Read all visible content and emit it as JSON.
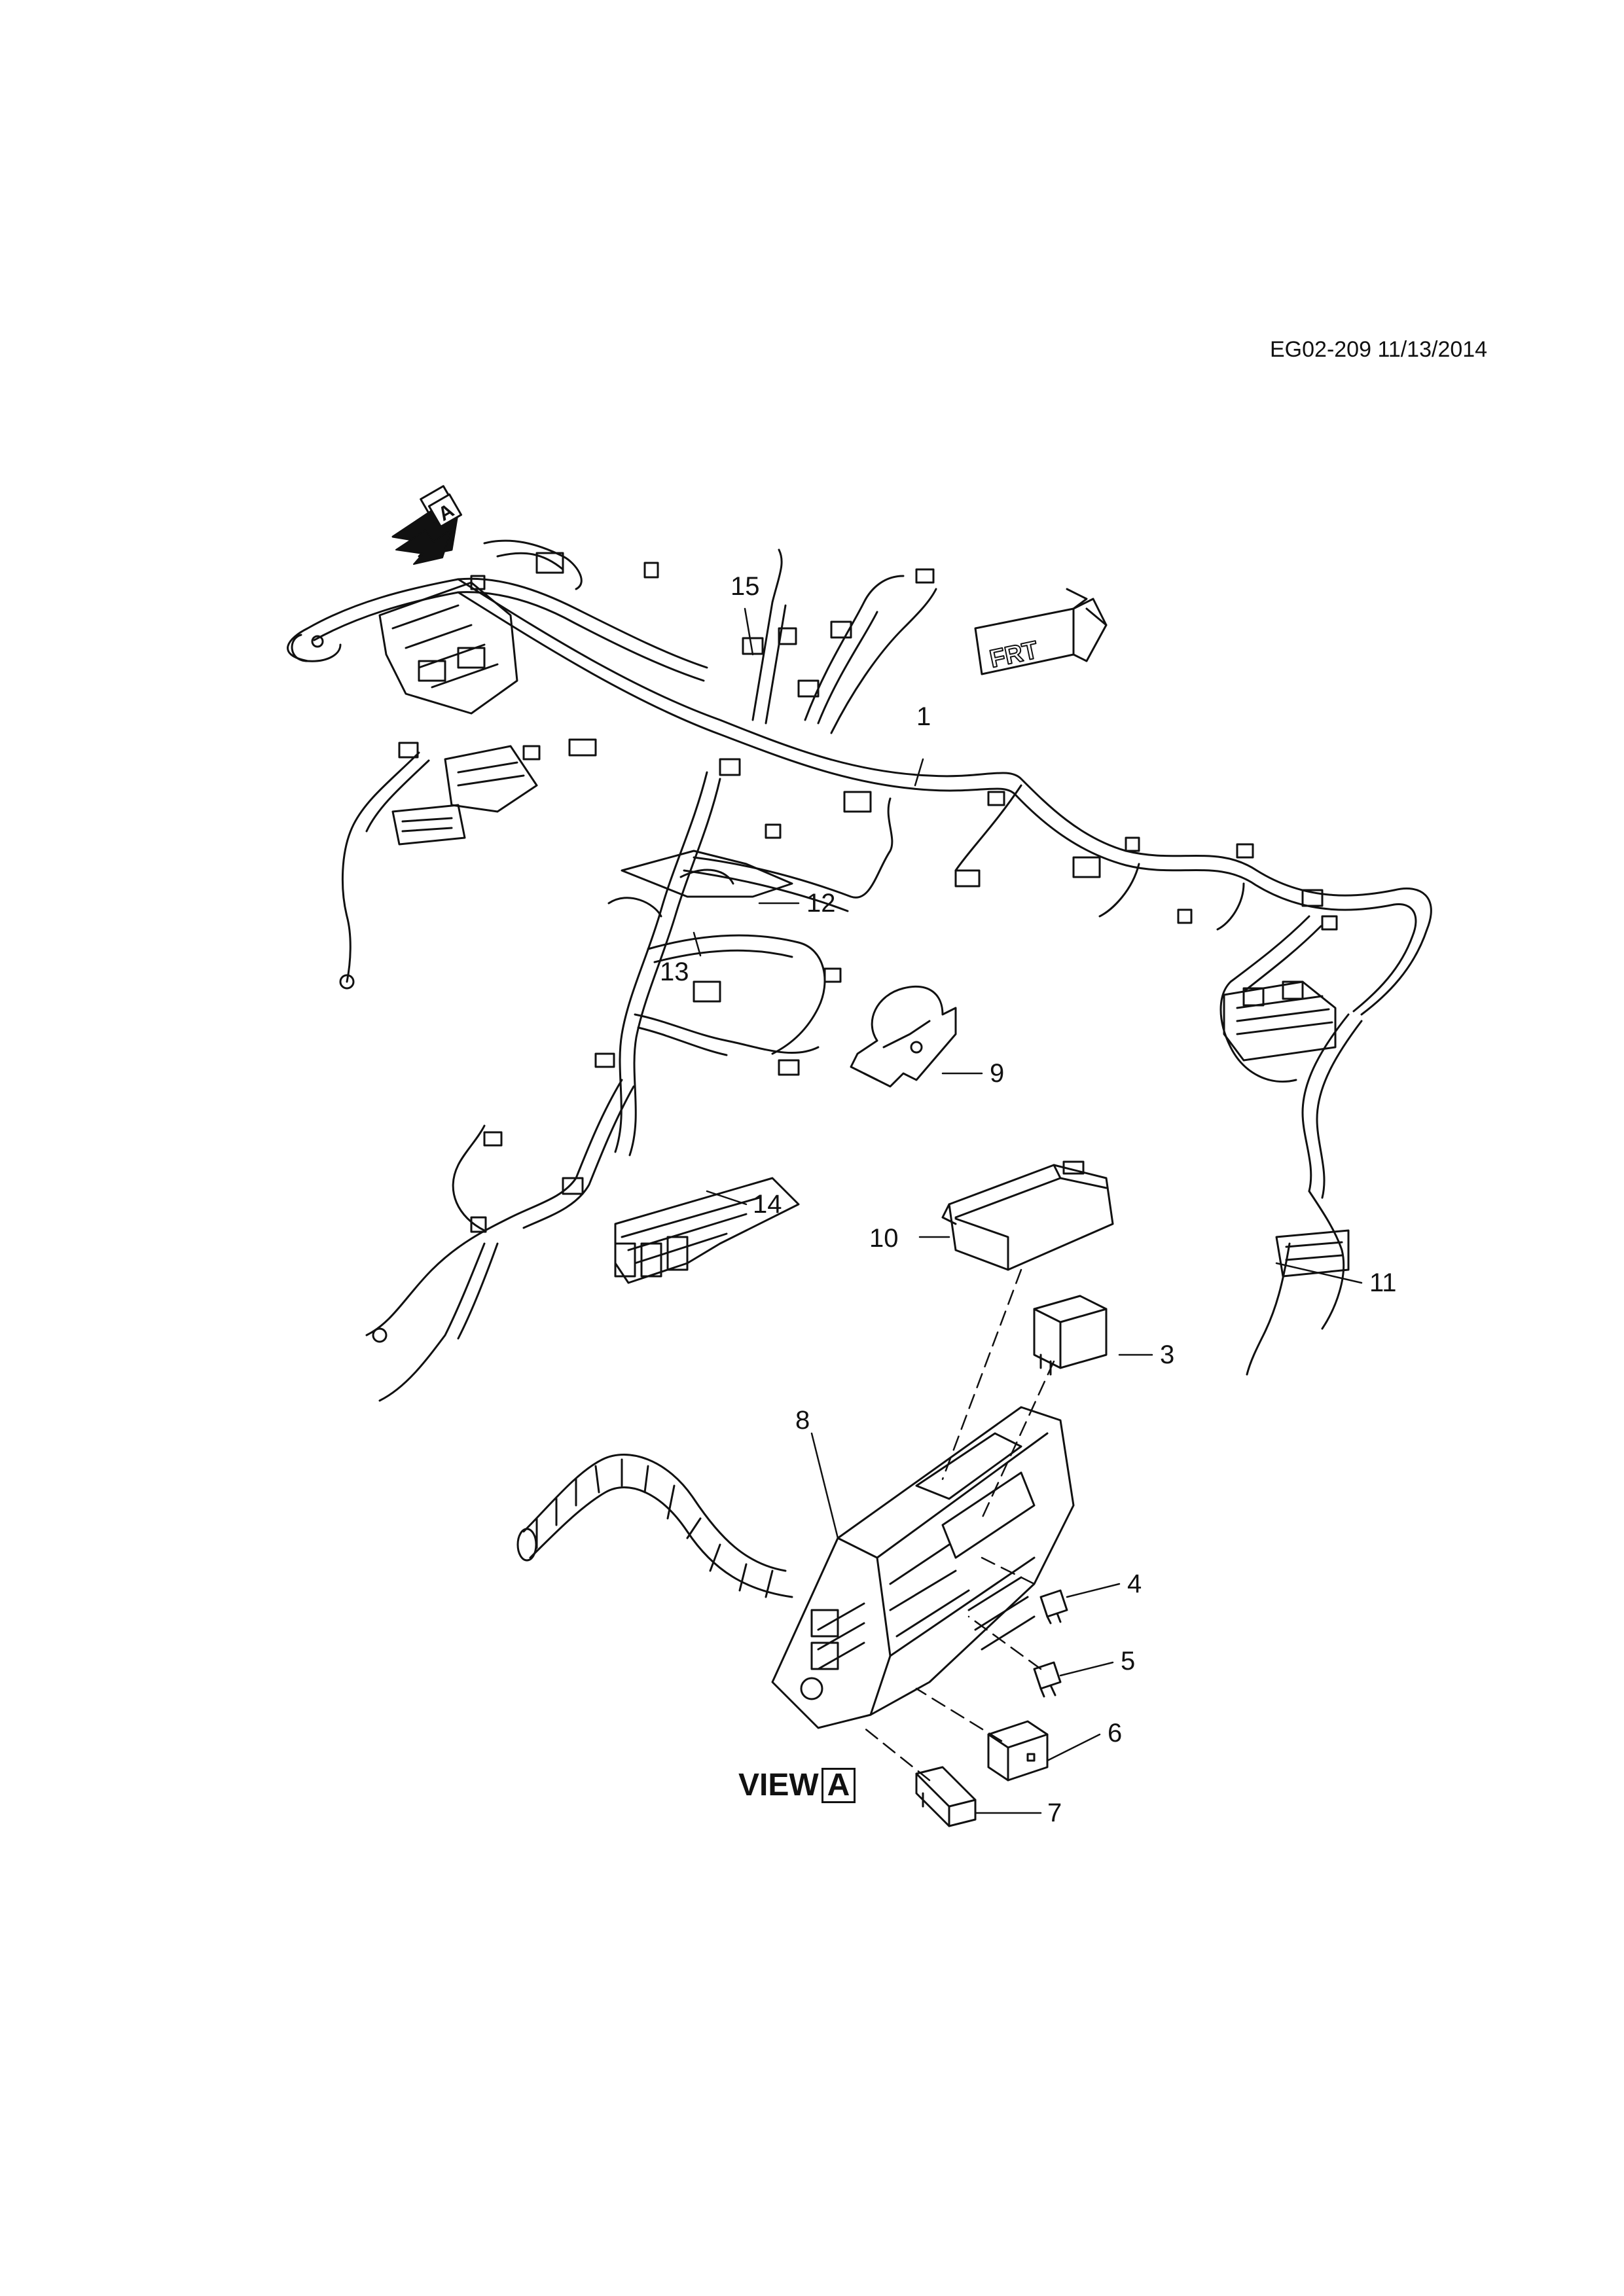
{
  "header": {
    "drawing_id": "EG02-209 11/13/2014"
  },
  "view_marker": {
    "letter": "A"
  },
  "front_marker": {
    "text": "FRT"
  },
  "callouts": {
    "c1": "1",
    "c3": "3",
    "c4": "4",
    "c5": "5",
    "c6": "6",
    "c7": "7",
    "c8": "8",
    "c9": "9",
    "c10": "10",
    "c11": "11",
    "c12": "12",
    "c13": "13",
    "c14": "14",
    "c15": "15"
  },
  "view_label": {
    "text": "VIEW",
    "letter": "A"
  }
}
